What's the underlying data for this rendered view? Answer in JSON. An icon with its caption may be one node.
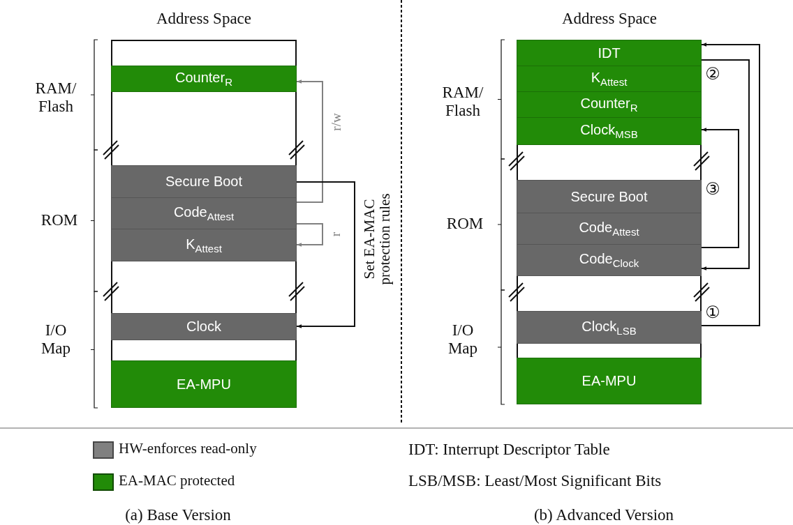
{
  "diagram": {
    "nodes": [
      {
        "text": [
          "Address Space"
        ]
      },
      {
        "text": [
          "Counter$_{R}$"
        ],
        "in": 0
      },
      {
        "text": [
          "Secure Boot"
        ],
        "in": 0
      },
      {
        "text": [
          "Code$_{Attest}$"
        ],
        "in": 0
      },
      {
        "text": [
          "K$_{Attest}$"
        ],
        "in": 0
      },
      {
        "text": [
          "Clock"
        ],
        "in": 0
      },
      {
        "text": [
          "EA-MPU"
        ],
        "in": 0
      },
      {
        "text": [
          "Address Space"
        ]
      },
      {
        "text": [
          "IDT"
        ],
        "in": 7
      },
      {
        "text": [
          "K$_{Attest}$"
        ],
        "in": 7
      },
      {
        "text": [
          "Counter$_{R}$"
        ],
        "in": 7
      },
      {
        "text": [
          "Clock$_{MSB}$"
        ],
        "in": 7
      },
      {
        "text": [
          "Secure Boot"
        ],
        "in": 7
      },
      {
        "text": [
          "Code$_{Attest}$"
        ],
        "in": 7
      },
      {
        "text": [
          "Code$_{Clock}$"
        ],
        "in": 7
      },
      {
        "text": [
          "Clock$_{LSB}$"
        ],
        "in": 7
      },
      {
        "text": [
          "EA-MPU"
        ],
        "in": 7
      }
    ],
    "edges": [
      {
        "from": 3,
        "to": 1,
        "arrow": "to",
        "label": "r/w",
        "color": "#808080"
      },
      {
        "from": 3,
        "to": 4,
        "arrow": "to",
        "label": "r",
        "color": "#808080"
      },
      {
        "from": 2,
        "to": 5,
        "arrow": "to",
        "label": "Set EA-MAC protection rules"
      },
      {
        "from": 15,
        "to": 8,
        "arrow": "to",
        "label": "①"
      },
      {
        "from": 8,
        "to": 14,
        "arrow": "to",
        "label": "②"
      },
      {
        "from": 14,
        "to": 11,
        "arrow": "to",
        "label": "③"
      }
    ],
    "labels": [
      "RAM/ Flash",
      "ROM",
      "I/O Map",
      "RAM/ Flash",
      "ROM",
      "I/O Map",
      "IDT: Interrupt Descriptor Table",
      "LSB/MSB: Least/Most Significant Bits",
      "(a) Base Version",
      "(b) Advanced Version"
    ],
    "legend": [
      {
        "text": "HW-enforces read-only",
        "color": "#808080"
      },
      {
        "text": "EA-MAC protected",
        "color": "#228b08"
      }
    ]
  }
}
